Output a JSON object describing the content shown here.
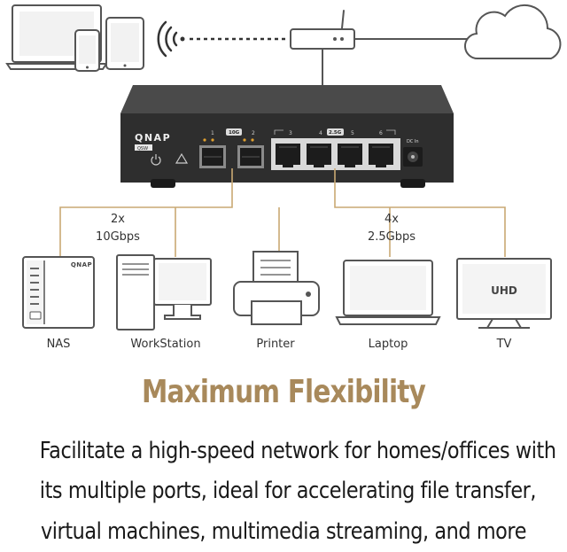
{
  "switch": {
    "brand": "QNAP",
    "model_badge": "QSW",
    "port_labels": [
      "1",
      "10G",
      "2",
      "3",
      "4",
      "2.5G",
      "5",
      "6"
    ],
    "dc_label": "DC In"
  },
  "groups": {
    "left": {
      "count": "2x",
      "speed": "10Gbps"
    },
    "right": {
      "count": "4x",
      "speed": "2.5Gbps"
    }
  },
  "devices": [
    {
      "name": "NAS",
      "brand": "QNAP"
    },
    {
      "name": "WorkStation"
    },
    {
      "name": "Printer"
    },
    {
      "name": "Laptop"
    },
    {
      "name": "TV",
      "screen_text": "UHD"
    }
  ],
  "headline": "Maximum Flexibility",
  "body_lines": [
    "Facilitate a high-speed network for homes/offices with",
    "its multiple ports, ideal for accelerating file transfer,",
    "virtual machines, multimedia streaming, and more"
  ],
  "colors": {
    "line_gold": "#c9a873",
    "outline": "#555555",
    "switch_body": "#2e2e2e",
    "headline": "#a8895b"
  }
}
